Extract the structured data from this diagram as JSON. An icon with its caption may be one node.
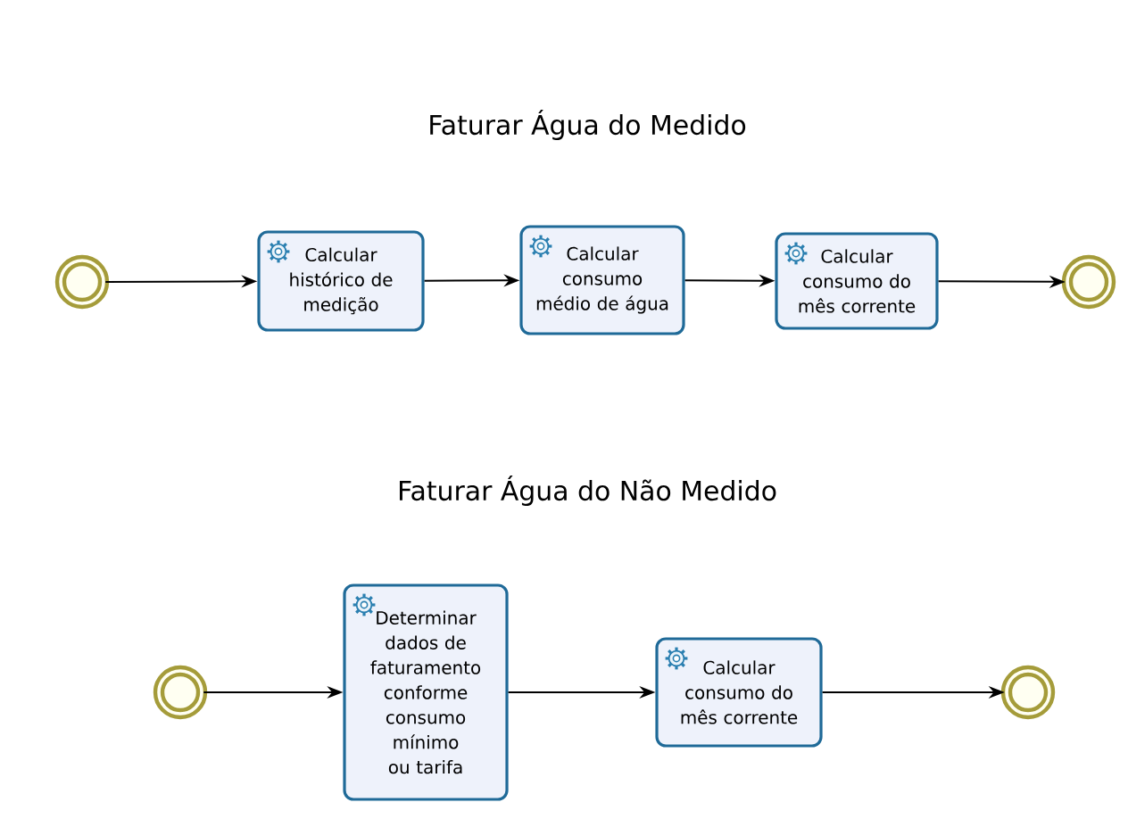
{
  "diagram": {
    "nodes": [
      {
        "text": [],
        "shape": "circle"
      },
      {
        "text": [
          "Calcular histórico de medição"
        ]
      },
      {
        "text": [
          "Calcular consumo médio de água"
        ]
      },
      {
        "text": [
          "Calcular consumo do mês corrente"
        ]
      },
      {
        "text": [],
        "shape": "circle"
      },
      {
        "text": [],
        "shape": "circle"
      },
      {
        "text": [
          "Determinar dados de faturamento conforme consumo mínimo ou tarifa"
        ]
      },
      {
        "text": [
          "Calcular consumo do mês corrente"
        ]
      },
      {
        "text": [],
        "shape": "circle"
      }
    ],
    "edges": [
      {
        "from": 0,
        "to": 1,
        "arrow": "to"
      },
      {
        "from": 1,
        "to": 2,
        "arrow": "to"
      },
      {
        "from": 2,
        "to": 3,
        "arrow": "to"
      },
      {
        "from": 3,
        "to": 4,
        "arrow": "to"
      },
      {
        "from": 5,
        "to": 6,
        "arrow": "to"
      },
      {
        "from": 6,
        "to": 7,
        "arrow": "to"
      },
      {
        "from": 7,
        "to": 8,
        "arrow": "to"
      }
    ],
    "labels": [
      "Faturar Água do Medido",
      "Faturar Água do Não Medido"
    ]
  }
}
